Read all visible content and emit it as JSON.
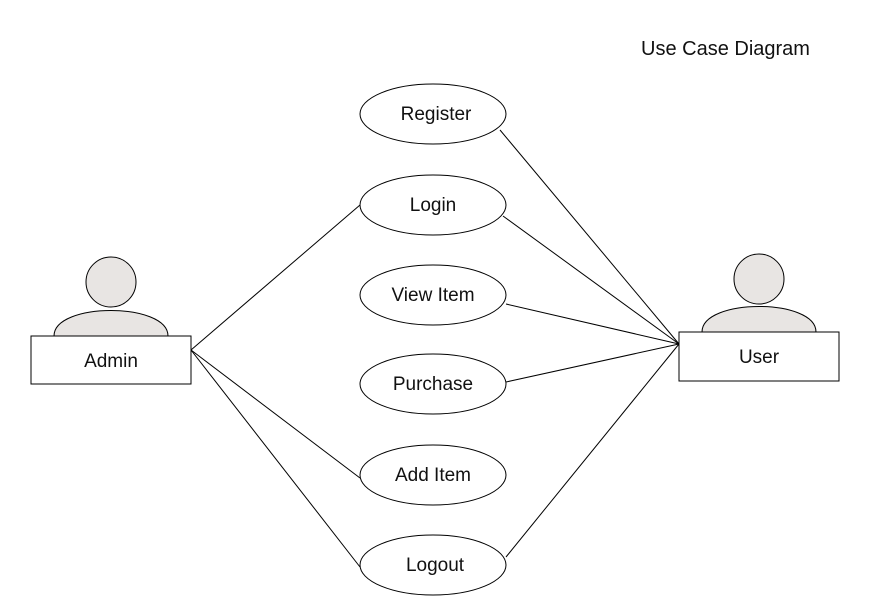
{
  "diagram": {
    "title": "Use Case Diagram",
    "actors": [
      {
        "id": "admin",
        "label": "Admin"
      },
      {
        "id": "user",
        "label": "User"
      }
    ],
    "use_cases": [
      {
        "id": "register",
        "label": "Register"
      },
      {
        "id": "login",
        "label": "Login"
      },
      {
        "id": "view_item",
        "label": "View Item"
      },
      {
        "id": "purchase",
        "label": "Purchase"
      },
      {
        "id": "add_item",
        "label": "Add Item"
      },
      {
        "id": "logout",
        "label": "Logout"
      }
    ],
    "associations": [
      {
        "from": "admin",
        "to": "login"
      },
      {
        "from": "admin",
        "to": "add_item"
      },
      {
        "from": "admin",
        "to": "logout"
      },
      {
        "from": "user",
        "to": "register"
      },
      {
        "from": "user",
        "to": "login"
      },
      {
        "from": "user",
        "to": "view_item"
      },
      {
        "from": "user",
        "to": "purchase"
      },
      {
        "from": "user",
        "to": "logout"
      }
    ],
    "colors": {
      "stroke": "#000000",
      "actor_fill": "#e8e5e3",
      "background": "#ffffff"
    }
  }
}
